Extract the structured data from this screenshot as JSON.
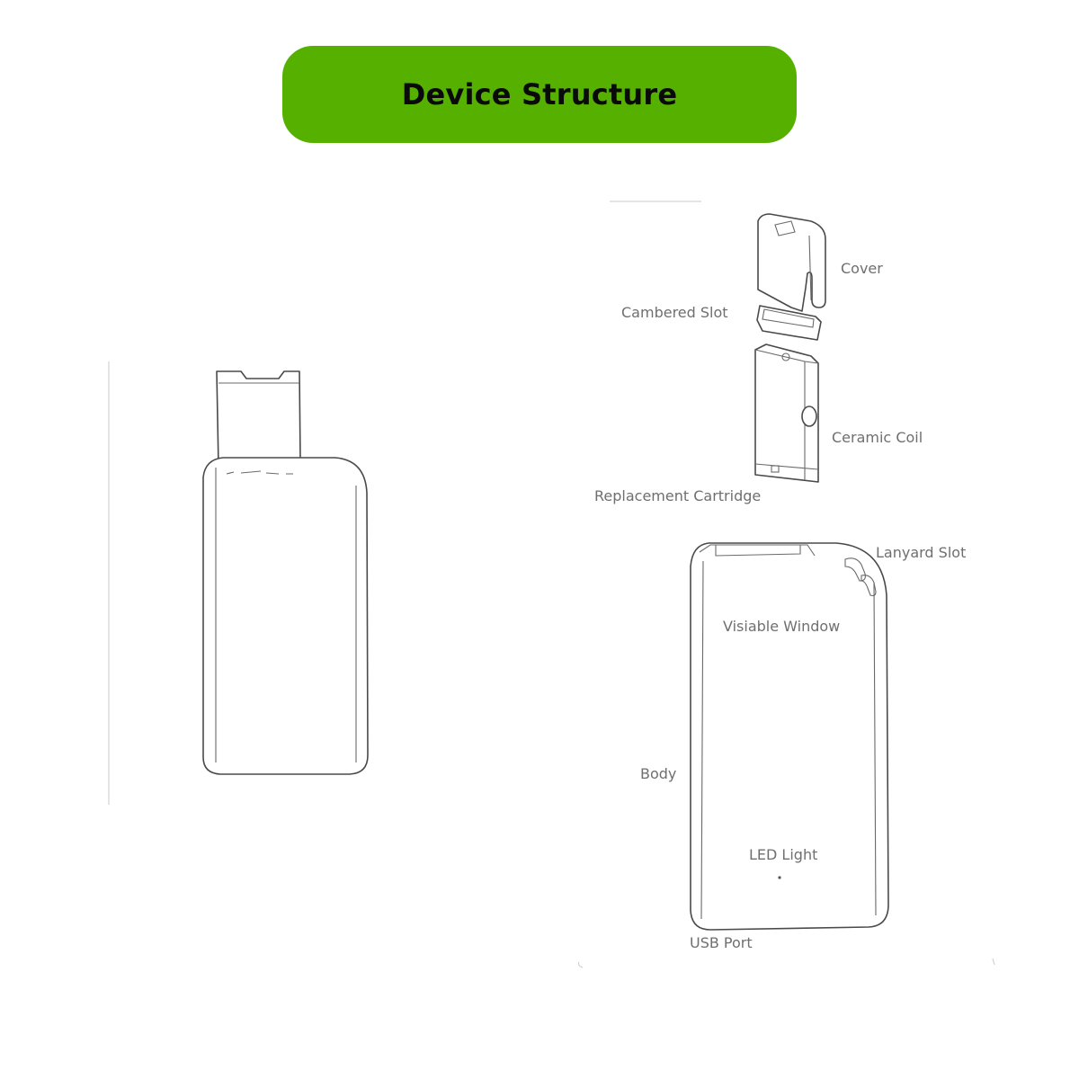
{
  "banner": {
    "title": "Device Structure",
    "color": "#55b000"
  },
  "labels": {
    "cover": "Cover",
    "cambered_slot": "Cambered Slot",
    "ceramic_coil": "Ceramic Coil",
    "replacement_cartridge": "Replacement Cartridge",
    "lanyard_slot": "Lanyard Slot",
    "visiable_window": "Visiable Window",
    "body": "Body",
    "led_light": "LED Light",
    "usb_port": "USB Port"
  }
}
